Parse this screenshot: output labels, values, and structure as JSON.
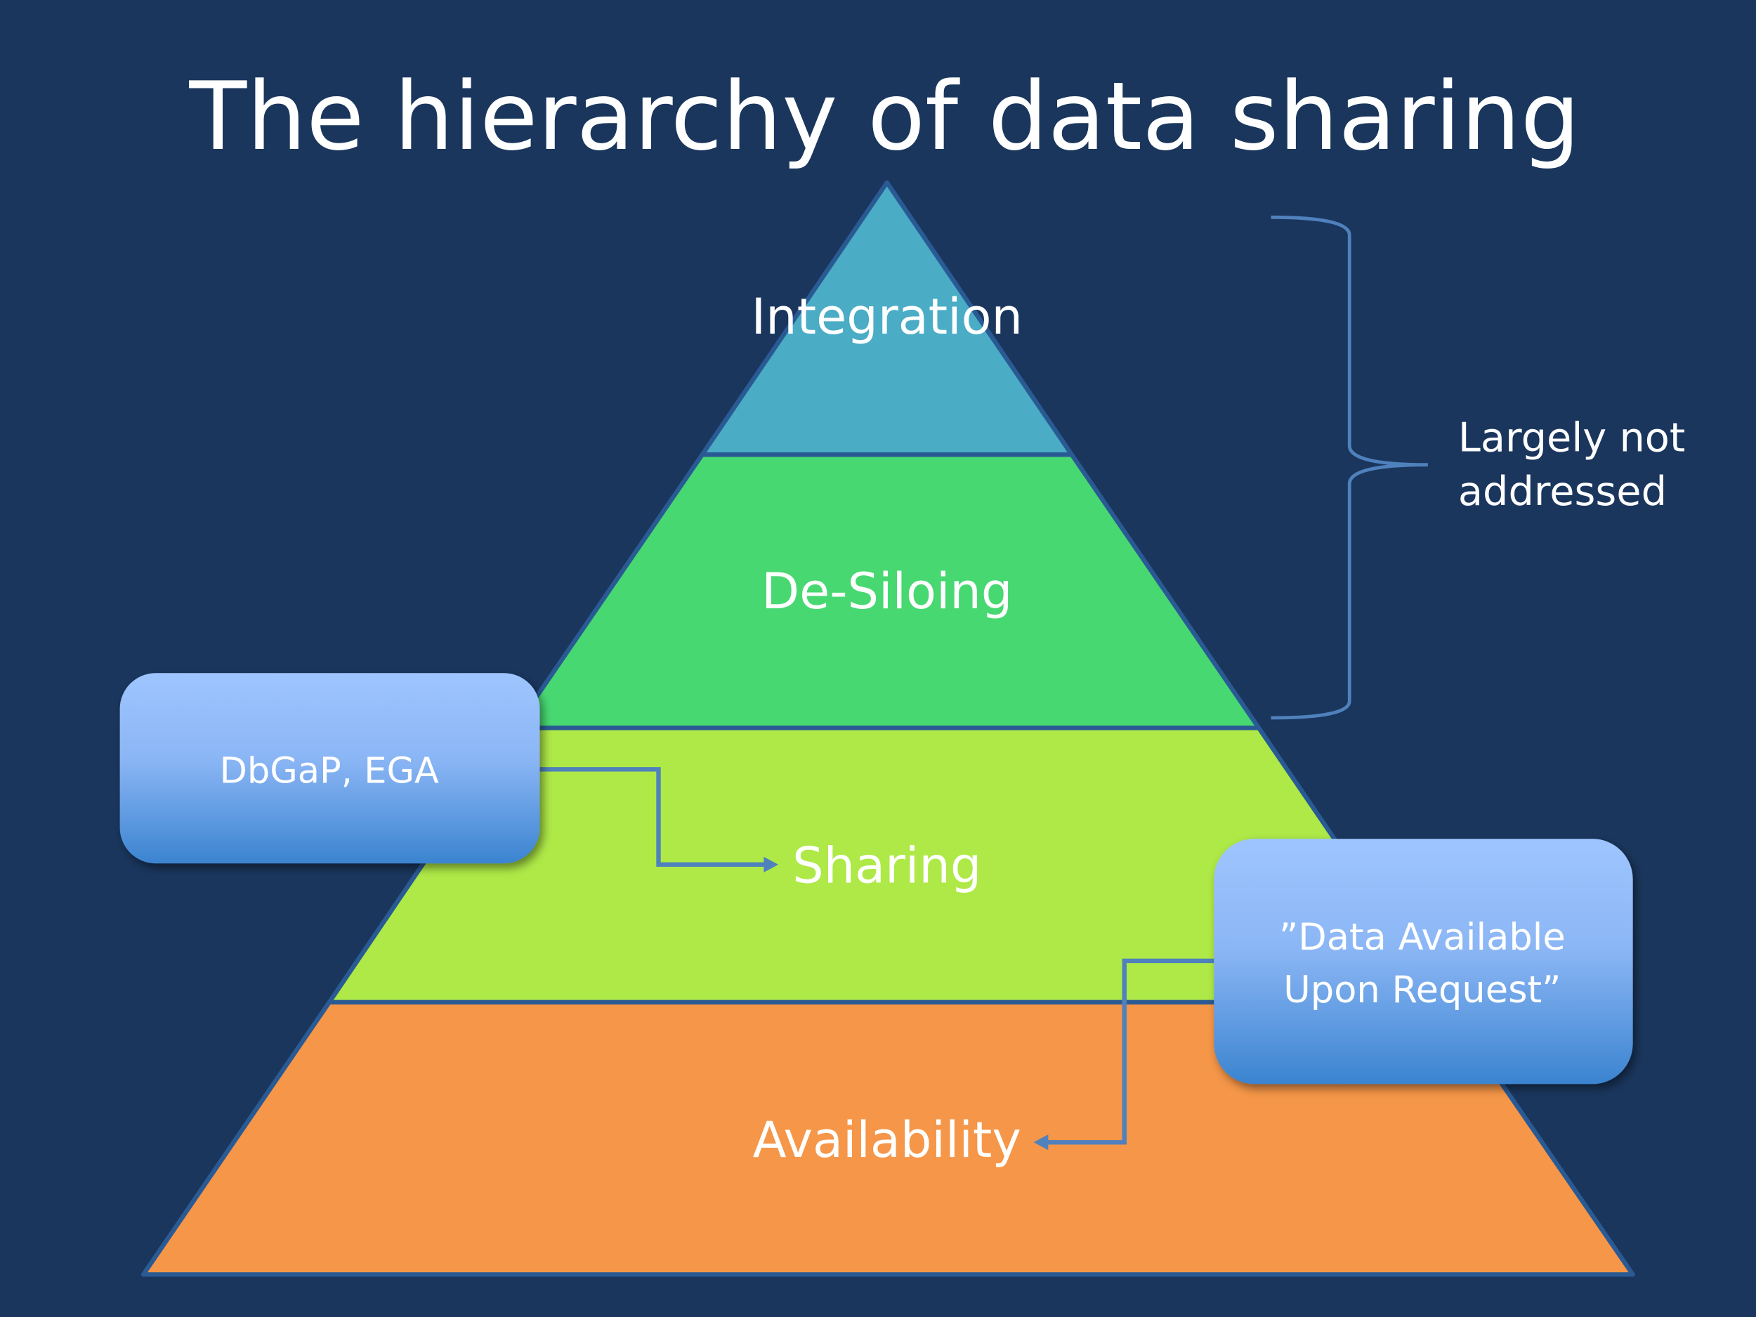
{
  "title": "The hierarchy of data sharing",
  "layers": [
    {
      "label": "Integration",
      "color": "#4aacc5"
    },
    {
      "label": "De-Siloing",
      "color": "#48d872"
    },
    {
      "label": "Sharing",
      "color": "#aee947"
    },
    {
      "label": "Availability",
      "color": "#f59648"
    }
  ],
  "callouts": {
    "left": "DbGaP, EGA",
    "right_line1": "”Data Available",
    "right_line2": "Upon Request”"
  },
  "brace_note": {
    "line1": "Largely not",
    "line2": "addressed"
  },
  "colors": {
    "background": "#1a365d",
    "outline": "#2a5a94",
    "connector": "#4f81bd"
  }
}
